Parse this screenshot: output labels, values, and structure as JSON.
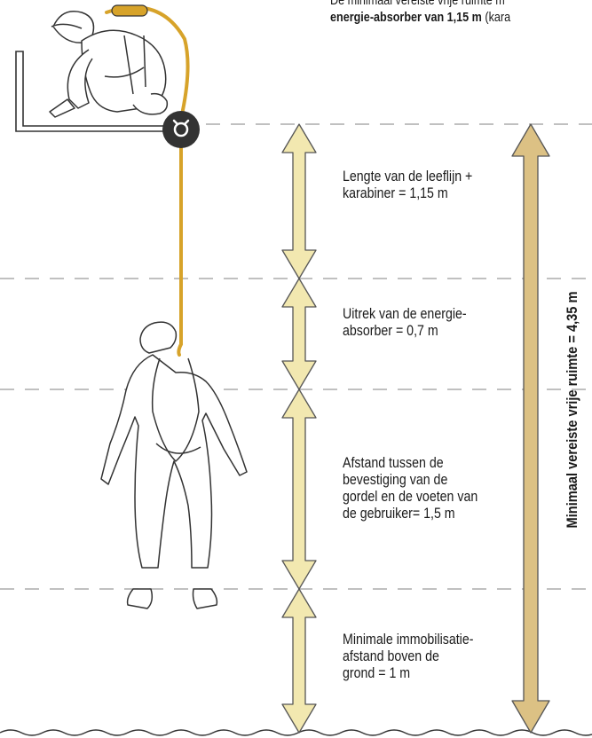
{
  "top_note": {
    "line1": "De minimaal vereiste vrije ruimte m",
    "line2_bold": "energie-absorber van 1,15 m",
    "line2_rest": " (kara"
  },
  "segments": [
    {
      "id": "lanyard",
      "label": "Lengte van de leeflijn +\nkarabiner = 1,15 m"
    },
    {
      "id": "absorber",
      "label": "Uitrek van de energie-\nabsorber = 0,7 m"
    },
    {
      "id": "harness",
      "label": "Afstand tussen de\nbevestiging van de\ngordel en de voeten van\nde gebruiker= 1,5 m"
    },
    {
      "id": "clearance",
      "label": "Minimale immobilisatie-\nafstand boven de\ngrond = 1 m"
    }
  ],
  "total": {
    "label": "Minimaal vereiste vrije ruimte = 4,35 m"
  },
  "colors": {
    "segment_arrow_fill": "#f2e8b0",
    "total_arrow_fill": "#dcc184",
    "arrow_stroke": "#555555",
    "lanyard": "#d7a32a",
    "anchor": "#333333",
    "dash": "#9a9a9a"
  }
}
